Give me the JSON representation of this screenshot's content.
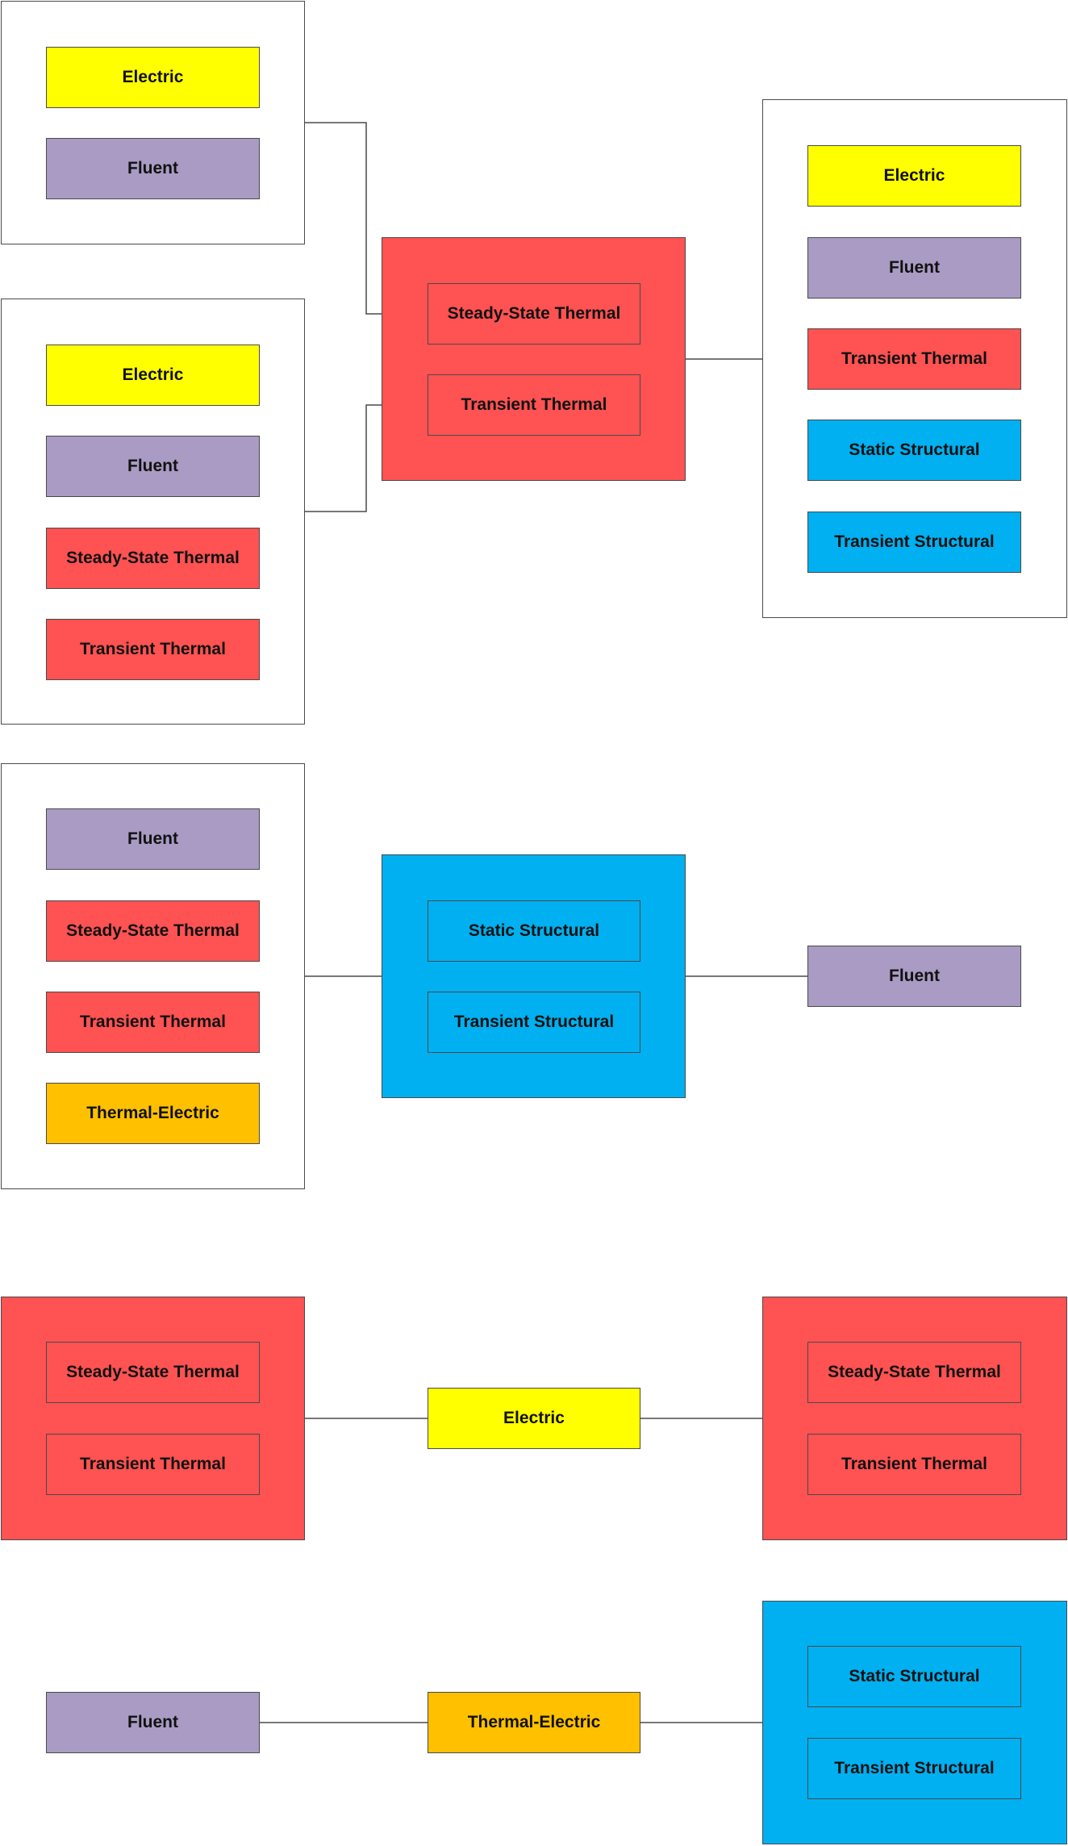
{
  "colors": {
    "electric": "#ffff00",
    "fluent": "#a99bc3",
    "thermal": "#ff5252",
    "structural": "#00b0f0",
    "thermal_electric": "#ffc000",
    "group_plain": "#ffffff",
    "line": "#4a4a4a"
  },
  "labels": {
    "electric": "Electric",
    "fluent": "Fluent",
    "steady_state_thermal": "Steady-State Thermal",
    "transient_thermal": "Transient Thermal",
    "static_structural": "Static Structural",
    "transient_structural": "Transient Structural",
    "thermal_electric": "Thermal-Electric"
  }
}
